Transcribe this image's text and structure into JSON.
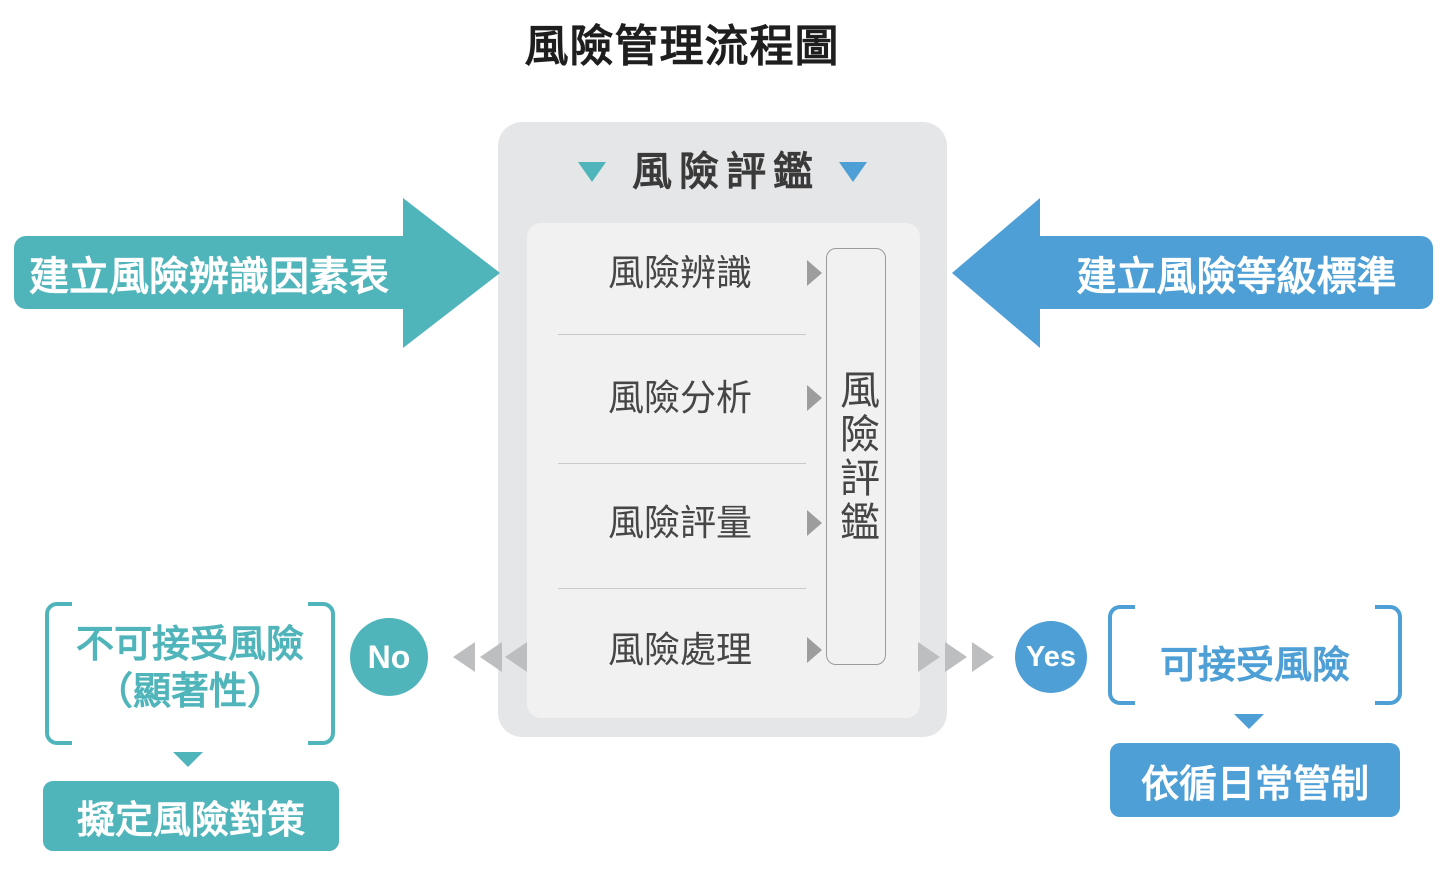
{
  "title": "風險管理流程圖",
  "colors": {
    "teal": "#4fb5ba",
    "blue": "#4d9fd6",
    "panel_outer": "#e5e6e8",
    "panel_inner": "#f1f1f2",
    "gray_chevron": "#bdbec0",
    "row_arrow_gray": "#9d9d9d",
    "text_dark": "#3a3a3a",
    "white": "#ffffff"
  },
  "center_panel": {
    "header": {
      "label": "風險評鑑"
    },
    "rows": [
      {
        "label": "風險辨識"
      },
      {
        "label": "風險分析"
      },
      {
        "label": "風險評量"
      },
      {
        "label": "風險處理"
      }
    ],
    "vertical_box": {
      "label": "風險評鑑"
    }
  },
  "left_arrow": {
    "label": "建立風險辨識因素表"
  },
  "right_arrow": {
    "label": "建立風險等級標準"
  },
  "no_branch": {
    "badge": "No",
    "bracket_line1": "不可接受風險",
    "bracket_line2": "（顯著性）",
    "action": "擬定風險對策"
  },
  "yes_branch": {
    "badge": "Yes",
    "bracket_text": "可接受風險",
    "action": "依循日常管制"
  }
}
